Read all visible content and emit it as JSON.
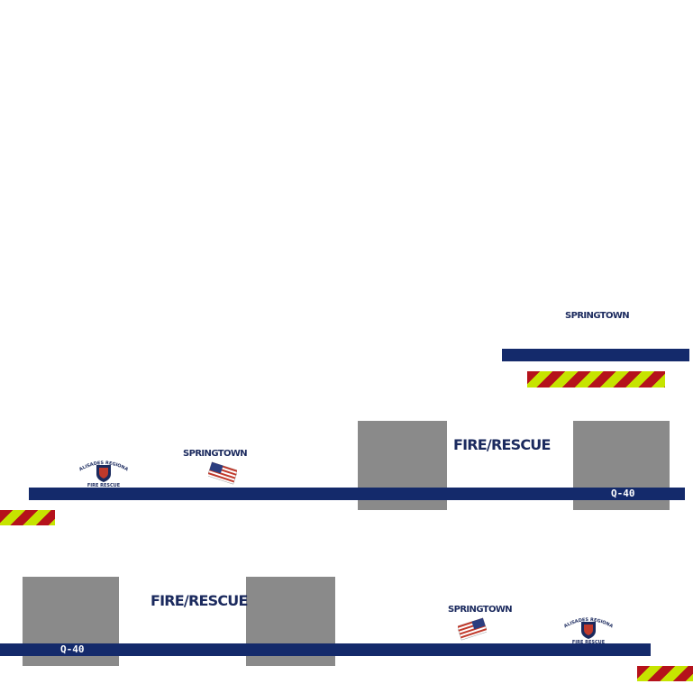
{
  "brand": {
    "town": "SPRINGTOWN",
    "department": "FIRE/RESCUE",
    "unit": "Q-40",
    "seal_top_text": "PALISADES REGIONAL",
    "seal_bottom_text": "FIRE RESCUE"
  },
  "colors": {
    "navy": "#142a6b",
    "gray": "#8a8a8a",
    "chevron_red": "#b5121b",
    "chevron_yellow": "#c6e400"
  },
  "icons": [
    "american-flag-icon",
    "fire-rescue-seal-icon"
  ]
}
